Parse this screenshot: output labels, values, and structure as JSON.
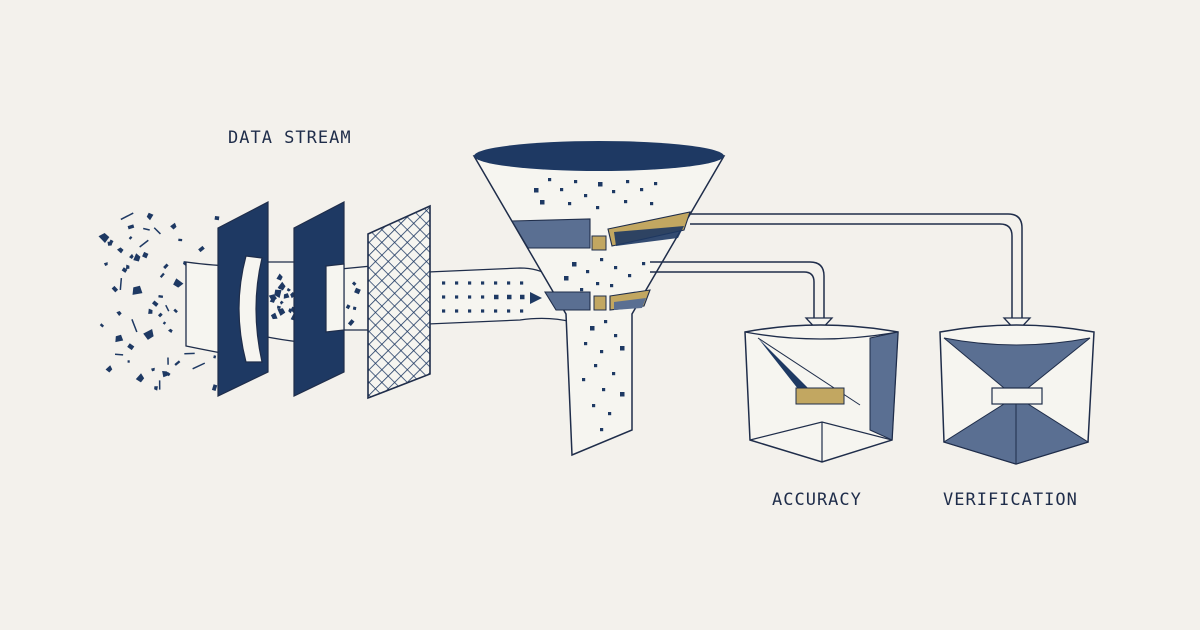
{
  "labels": {
    "data_stream": "DATA STREAM",
    "accuracy": "ACCURACY",
    "verification": "VERIFICATION"
  },
  "colors": {
    "background": "#f3f1ec",
    "navy": "#1e3963",
    "slate": "#5a6f92",
    "gold": "#c2a761",
    "line": "#1f2d4a",
    "fill_light": "#f6f5f0"
  }
}
